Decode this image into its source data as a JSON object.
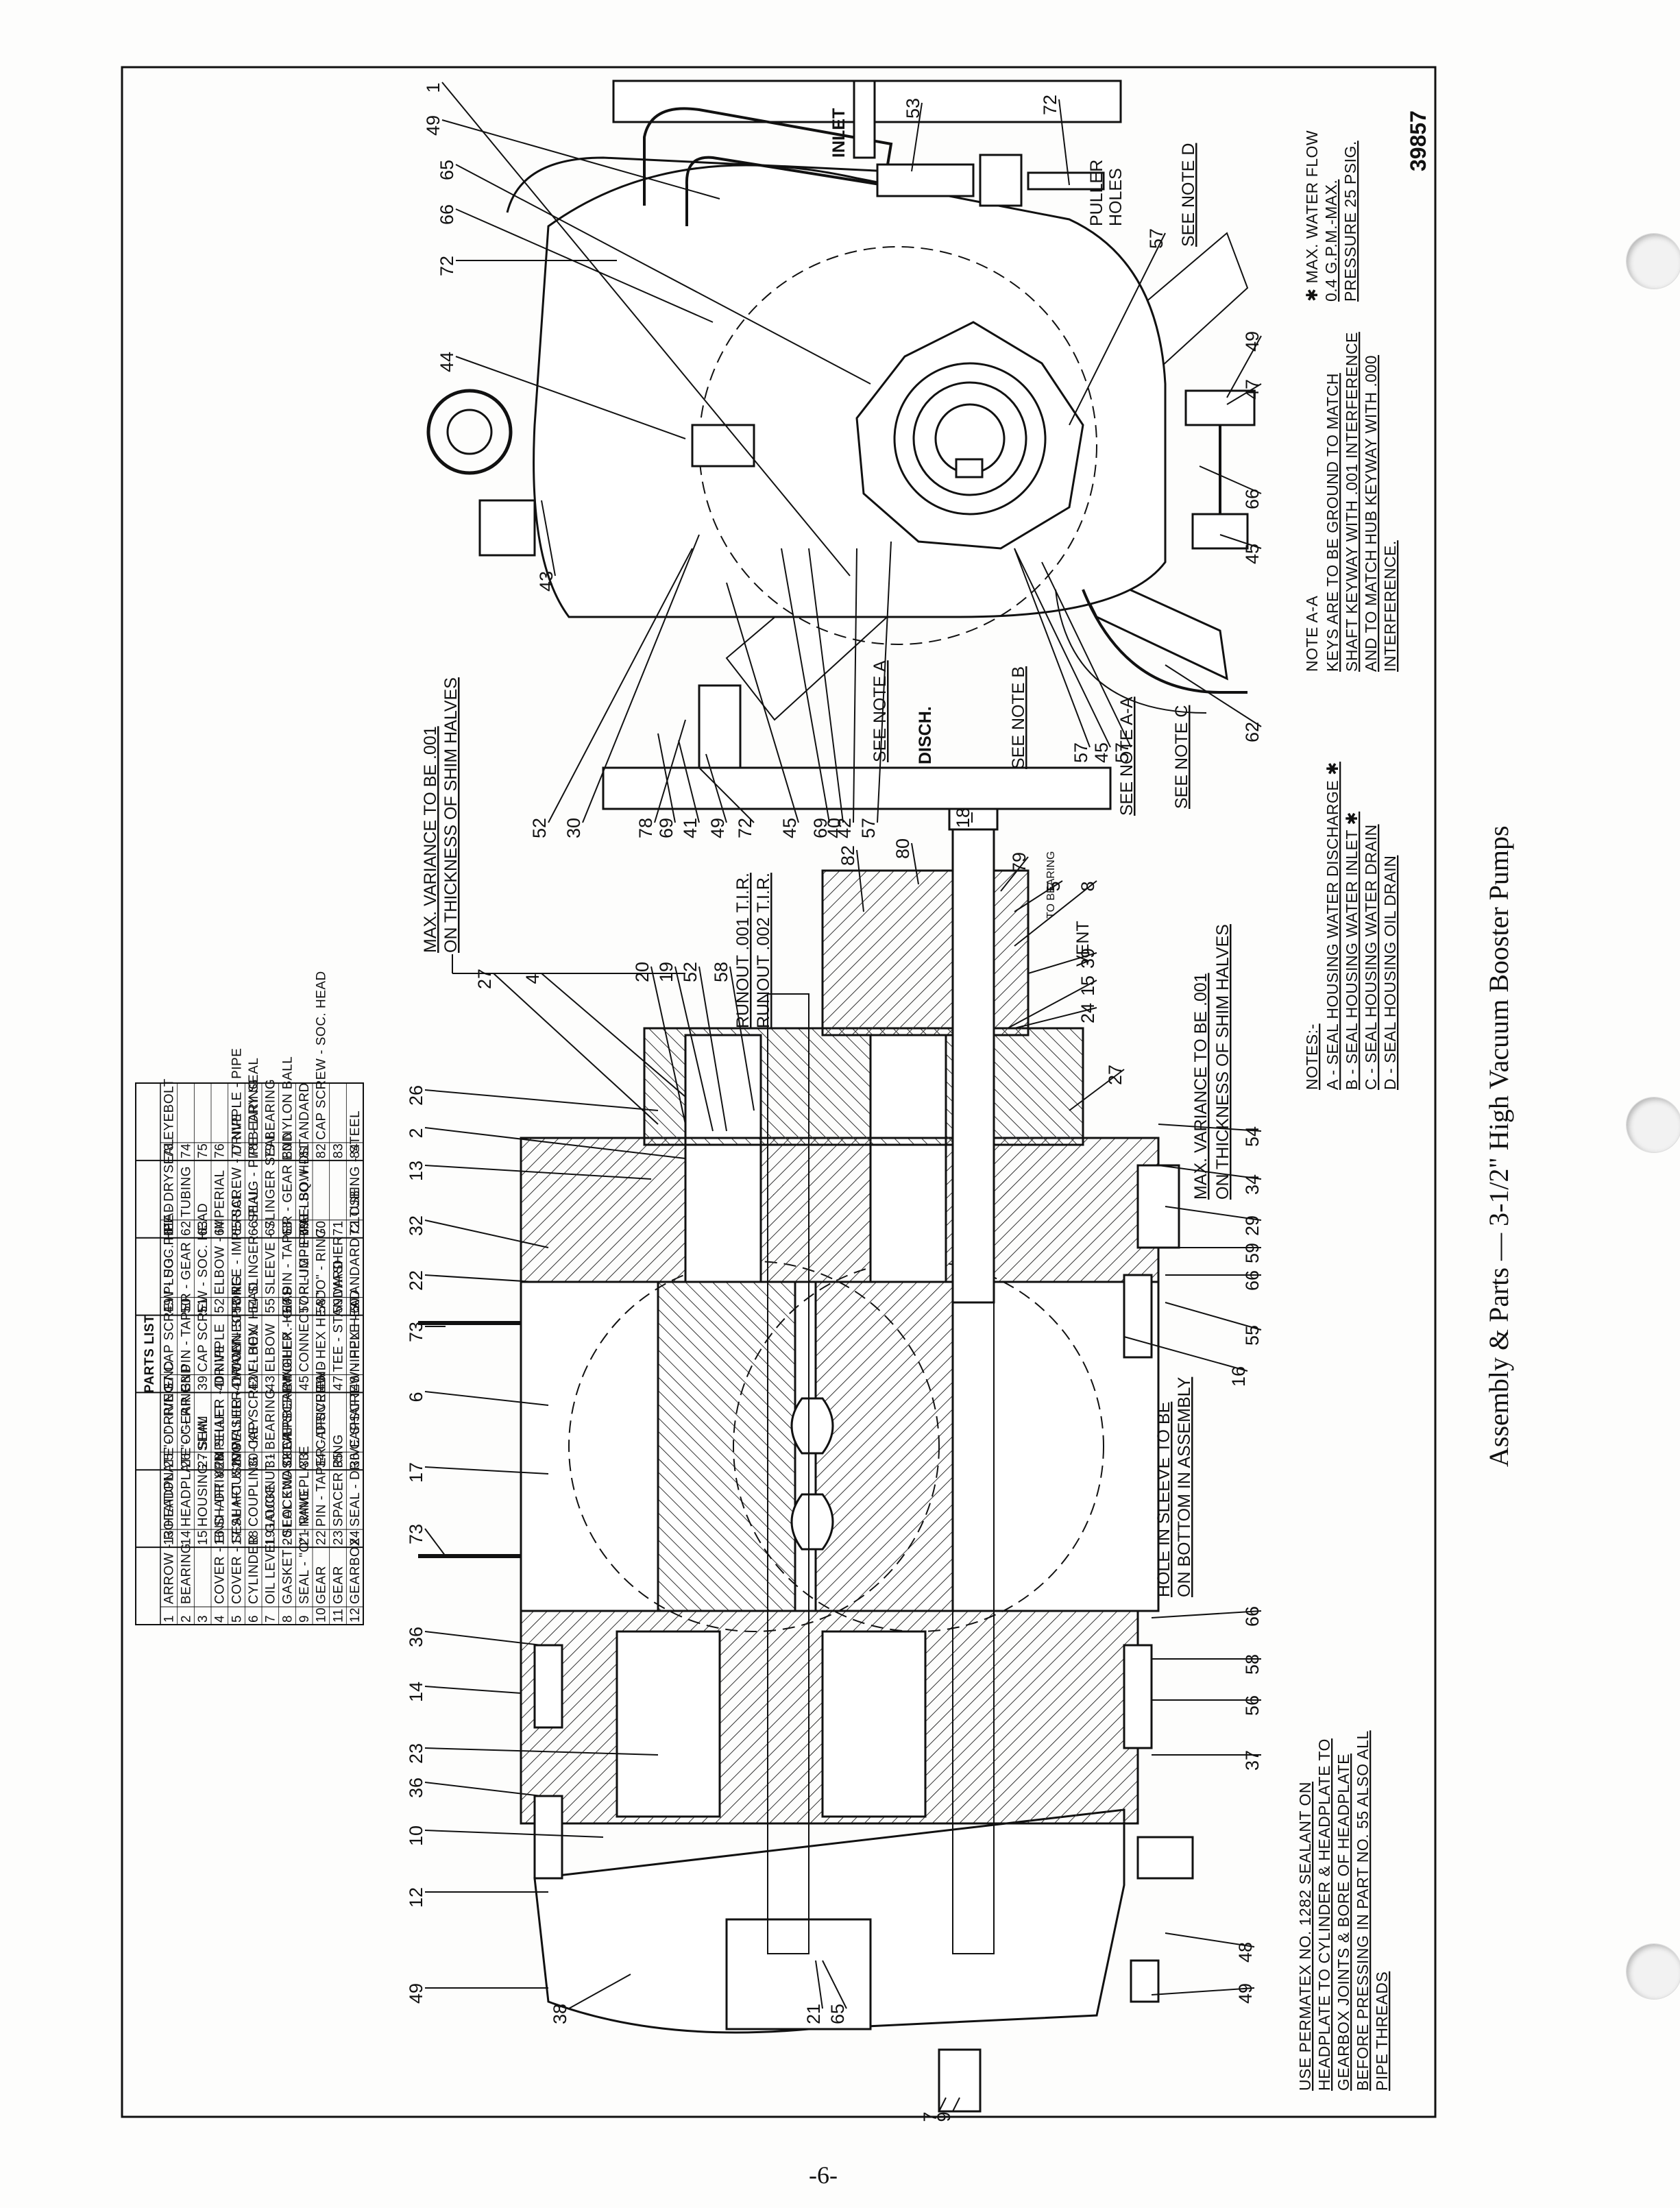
{
  "doc": {
    "drawing_number": "39857",
    "caption": "Assembly & Parts — 3-1/2\" High Vacuum Booster Pumps",
    "page_number": "-6-"
  },
  "parts_list": {
    "title": "PARTS  LIST",
    "columns": [
      [
        [
          "1",
          "ARROW - ROTATION"
        ],
        [
          "2",
          "BEARING"
        ],
        [
          "3",
          ""
        ],
        [
          "4",
          "COVER - END - DRIVEN SHAFT"
        ],
        [
          "5",
          "COVER - SEAL HOUSING"
        ],
        [
          "6",
          "CYLINDER"
        ],
        [
          "7",
          "OIL LEVEL GAUGE"
        ],
        [
          "8",
          "GASKET - SEAL END COVER"
        ],
        [
          "9",
          "SEAL - \"O\" - RING"
        ],
        [
          "10",
          "GEAR"
        ],
        [
          "11",
          "GEAR"
        ],
        [
          "12",
          "GEARBOX"
        ]
      ],
      [
        [
          "13",
          "HEADPLATE - DRIVE END"
        ],
        [
          "14",
          "HEADPLATE - GEAR END"
        ],
        [
          "15",
          "HOUSING - SEAL"
        ],
        [
          "16",
          "SHAFT & IMPELLER - DRIVE"
        ],
        [
          "17",
          "SHAFT & IMPELLER - DRIVEN"
        ],
        [
          "18",
          "COUPLING - KEY"
        ],
        [
          "19",
          "LOCKNUT - BEARING"
        ],
        [
          "20",
          "LOCKWASHER - BEARING"
        ],
        [
          "21",
          "NAMEPLATE"
        ],
        [
          "22",
          "PIN - TAPER - DRIVE END"
        ],
        [
          "23",
          "SPACER RING"
        ],
        [
          "24",
          "SEAL - DRIVE SHAFT"
        ]
      ],
      [
        [
          "25",
          "\"O\" - RING"
        ],
        [
          "26",
          "\"O\" - RING"
        ],
        [
          "27",
          "SHIM"
        ],
        [
          "28",
          ""
        ],
        [
          "29",
          "WASHER - WAVY - SPRING"
        ],
        [
          "30",
          "CAP SCREW - HEX. HEAD"
        ],
        [
          "31",
          ""
        ],
        [
          "32",
          "CAPSCREW - HEX. HEAD"
        ],
        [
          "33",
          ""
        ],
        [
          "34",
          "CAPSCREW - HEX HEAD"
        ],
        [
          "35",
          ""
        ],
        [
          "36",
          "CAPSCREW - HEX HEAD"
        ]
      ],
      [
        [
          "37",
          "CAP SCREW - SOC. HEAD"
        ],
        [
          "38",
          "PIN - TAPER - GEAR"
        ],
        [
          "39",
          "CAP SCREW - SOC. HEAD"
        ],
        [
          "40",
          "NIPPLE"
        ],
        [
          "41",
          "CONNECTOR"
        ],
        [
          "42",
          "ELBOW"
        ],
        [
          "43",
          "ELBOW"
        ],
        [
          "44",
          "OILER - GITS"
        ],
        [
          "45",
          "CONNECTOR - IMPERIAL"
        ],
        [
          "46",
          ""
        ],
        [
          "47",
          "TEE - STANDARD"
        ],
        [
          "48",
          "NIPPLE - STANDARD CLOSE"
        ]
      ],
      [
        [
          "49",
          "PLUG - PIPE - DRYSEAL"
        ],
        [
          "50",
          ""
        ],
        [
          "51",
          ""
        ],
        [
          "52",
          "ELBOW - IMPERIAL"
        ],
        [
          "53",
          "TEE - IMPERIAL"
        ],
        [
          "54",
          "SLINGER - SEAL"
        ],
        [
          "55",
          "SLEEVE - SLINGER SEAL"
        ],
        [
          "56",
          "PIN - TAPER - GEAR END"
        ],
        [
          "57",
          "PLUG - PIPE - SQ. HD."
        ],
        [
          "58",
          "\"O\" - RING"
        ],
        [
          "59",
          "WASHER"
        ],
        [
          "60",
          ""
        ]
      ],
      [
        [
          "61",
          ""
        ],
        [
          "62",
          "TUBING"
        ],
        [
          "63",
          ""
        ],
        [
          "64",
          ""
        ],
        [
          "65",
          "SCREW - DRIVE"
        ],
        [
          "66",
          "PLUG - PIPE - DRY SEAL"
        ],
        [
          "67",
          ""
        ],
        [
          "68",
          ""
        ],
        [
          "69",
          "ELBOW - STANDARD"
        ],
        [
          "70",
          ""
        ],
        [
          "71",
          ""
        ],
        [
          "72",
          "TUBING - STEEL"
        ]
      ],
      [
        [
          "73",
          "EYEBOLT"
        ],
        [
          "74",
          ""
        ],
        [
          "75",
          ""
        ],
        [
          "76",
          ""
        ],
        [
          "77",
          "NIPPLE - PIPE"
        ],
        [
          "78",
          "BEARING"
        ],
        [
          "79",
          "BEARING"
        ],
        [
          "80",
          "NYLON BALL"
        ],
        [
          "81",
          ""
        ],
        [
          "82",
          "CAP SCREW - SOC. HEAD"
        ],
        [
          "83",
          ""
        ],
        [
          "84",
          ""
        ]
      ]
    ]
  },
  "notes": {
    "title": "NOTES:-",
    "lines": [
      "A - SEAL HOUSING WATER DISCHARGE ✱",
      "B - SEAL HOUSING WATER INLET ✱",
      "C - SEAL HOUSING WATER DRAIN",
      "D - SEAL HOUSING OIL DRAIN"
    ]
  },
  "note_aa": {
    "title": "NOTE A-A",
    "lines": [
      "KEYS ARE TO BE GROUND TO MATCH",
      "SHAFT KEYWAY WITH .001 INTERFERENCE",
      "AND TO MATCH HUB KEYWAY WITH .000",
      "INTERFERENCE."
    ]
  },
  "water_flow_note": {
    "lines": [
      "✱ MAX. WATER FLOW",
      "0.4 G.P.M.-MAX.",
      "PRESSURE 25 PSIG."
    ]
  },
  "permatex_note": {
    "lines": [
      "USE PERMATEX NO. 1282 SEALANT ON",
      "HEADPLATE TO CYLINDER & HEADPLATE TO",
      "GEARBOX JOINTS & BORE OF HEADPLATE",
      "BEFORE PRESSING IN PART NO. 55 ALSO ALL",
      "PIPE THREADS"
    ]
  },
  "annotations": {
    "shim_top": [
      "MAX. VARIANCE TO BE .001",
      "ON THICKNESS OF SHIM HALVES"
    ],
    "shim_mid": [
      "MAX. VARIANCE TO BE .001",
      "ON THICKNESS OF SHIM HALVES"
    ],
    "sleeve": [
      "HOLE IN SLEEVE TO BE",
      "ON BOTTOM IN ASSEMBLY"
    ],
    "runout1": "RUNOUT .001 T.I.R.",
    "runout2": "RUNOUT .002 T.I.R.",
    "vent": "VENT",
    "to_bearing": "TO BEARING",
    "inlet": "INLET",
    "disch": "DISCH.",
    "puller_holes": [
      "PULLER",
      "HOLES"
    ],
    "see_note_a": "SEE NOTE A",
    "see_note_b": "SEE NOTE B",
    "see_note_c": "SEE NOTE C",
    "see_note_d": "SEE NOTE D",
    "see_note_aa": "SEE NOTE A-A"
  },
  "callouts": {
    "end_view": [
      "49",
      "65",
      "1",
      "66",
      "72",
      "44",
      "43",
      "53",
      "72",
      "57",
      "49",
      "47",
      "66",
      "45",
      "62",
      "52",
      "30",
      "78",
      "69",
      "41",
      "49",
      "72",
      "45",
      "69",
      "40",
      "42",
      "57",
      "57",
      "45",
      "57"
    ],
    "section_view": [
      "27",
      "4",
      "20",
      "19",
      "52",
      "58",
      "82",
      "80",
      "18",
      "79",
      "5",
      "8",
      "39",
      "15",
      "24",
      "27",
      "26",
      "2",
      "13",
      "32",
      "22",
      "73",
      "6",
      "17",
      "73",
      "36",
      "14",
      "23",
      "36",
      "10",
      "12",
      "49",
      "38",
      "21",
      "65",
      "7",
      "9",
      "48",
      "49",
      "37",
      "56",
      "58",
      "66",
      "16",
      "55",
      "66",
      "59",
      "29",
      "34",
      "54"
    ]
  }
}
